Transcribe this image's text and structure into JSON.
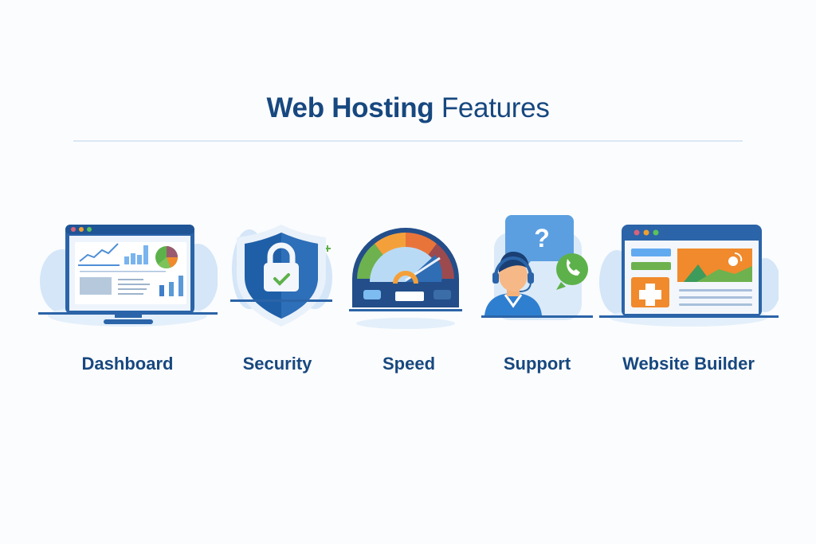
{
  "header": {
    "title_bold": "Web Hosting",
    "title_light": "Features"
  },
  "features": [
    {
      "label": "Dashboard",
      "icon": "dashboard-monitor-icon"
    },
    {
      "label": "Security",
      "icon": "shield-lock-icon"
    },
    {
      "label": "Speed",
      "icon": "speedometer-icon"
    },
    {
      "label": "Support",
      "icon": "support-agent-icon"
    },
    {
      "label": "Website Builder",
      "icon": "website-builder-icon"
    }
  ],
  "colors": {
    "primary_navy": "#17487f",
    "blue": "#2f6db5",
    "light_blue": "#cfe3f7",
    "green": "#5db14a",
    "orange": "#f08a2c",
    "maroon": "#9a4a5a"
  }
}
